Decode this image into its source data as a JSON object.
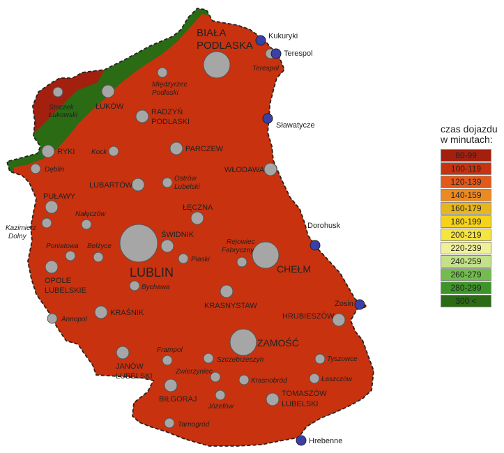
{
  "legend": {
    "title_line1": "czas dojazdu",
    "title_line2": "w minutach:",
    "classes": [
      {
        "label": "80-99",
        "color": "#a3200f"
      },
      {
        "label": "100-119",
        "color": "#c8320f"
      },
      {
        "label": "120-139",
        "color": "#e2591a"
      },
      {
        "label": "140-159",
        "color": "#eb8a22"
      },
      {
        "label": "160-179",
        "color": "#e7b51f"
      },
      {
        "label": "180-199",
        "color": "#f5d21b"
      },
      {
        "label": "200-219",
        "color": "#f6e441"
      },
      {
        "label": "220-239",
        "color": "#f0f09a"
      },
      {
        "label": "240-259",
        "color": "#c3e188"
      },
      {
        "label": "260-279",
        "color": "#72bd4c"
      },
      {
        "label": "280-299",
        "color": "#3d9528"
      },
      {
        "label": "300 <",
        "color": "#2a6b14"
      }
    ]
  },
  "colors": {
    "city_fill": "#a6a6a6",
    "city_stroke": "#555555",
    "border_crossing_fill": "#3b3fa8",
    "boundary": "#222222"
  },
  "cities": [
    {
      "id": "biala-podlaska",
      "label": "BIAŁA\nPODLASKA",
      "size": "large",
      "style": "bold"
    },
    {
      "id": "lublin",
      "label": "LUBLIN",
      "size": "xlarge",
      "style": "bold"
    },
    {
      "id": "chelm",
      "label": "CHEŁM",
      "size": "large",
      "style": "bold"
    },
    {
      "id": "zamosc",
      "label": "ZAMOŚĆ",
      "size": "large",
      "style": "bold"
    },
    {
      "id": "lukow",
      "label": "ŁUKÓW",
      "size": "medium",
      "style": "bold"
    },
    {
      "id": "radzyn",
      "label": "RADZYŃ\nPODLASKI",
      "size": "medium",
      "style": "bold"
    },
    {
      "id": "miedzyrzec",
      "label": "Międzyrzec\nPodlaski",
      "size": "small",
      "style": "italic"
    },
    {
      "id": "stoczek",
      "label": "Stoczek\nŁukowski",
      "size": "small",
      "style": "italic"
    },
    {
      "id": "ryki",
      "label": "RYKI",
      "size": "medium",
      "style": "bold"
    },
    {
      "id": "deblin",
      "label": "Dęblin",
      "size": "small",
      "style": "italic"
    },
    {
      "id": "kock",
      "label": "Kock",
      "size": "small",
      "style": "italic"
    },
    {
      "id": "parczew",
      "label": "PARCZEW",
      "size": "medium",
      "style": "bold"
    },
    {
      "id": "wlodawa",
      "label": "WŁODAWA",
      "size": "medium",
      "style": "bold"
    },
    {
      "id": "lubartow",
      "label": "LUBARTÓW",
      "size": "medium",
      "style": "bold"
    },
    {
      "id": "ostrow",
      "label": "Ostrów\nLubelski",
      "size": "small",
      "style": "italic"
    },
    {
      "id": "pulawy",
      "label": "PUŁAWY",
      "size": "medium",
      "style": "bold"
    },
    {
      "id": "naleczow",
      "label": "Nałęczów",
      "size": "small",
      "style": "italic"
    },
    {
      "id": "kazimierz",
      "label": "Kazimierz\nDolny",
      "size": "small",
      "style": "italic"
    },
    {
      "id": "leczna",
      "label": "ŁĘCZNA",
      "size": "medium",
      "style": "bold"
    },
    {
      "id": "swidnik",
      "label": "ŚWIDNIK",
      "size": "medium",
      "style": "bold"
    },
    {
      "id": "piaski",
      "label": "Piaski",
      "size": "small",
      "style": "italic"
    },
    {
      "id": "rejowiec",
      "label": "Rejowiec\nFabryczny",
      "size": "small",
      "style": "italic"
    },
    {
      "id": "poniatowa",
      "label": "Poniatowa",
      "size": "small",
      "style": "italic"
    },
    {
      "id": "belzyce",
      "label": "Bełżyce",
      "size": "small",
      "style": "italic"
    },
    {
      "id": "opole",
      "label": "OPOLE\nLUBELSKIE",
      "size": "medium",
      "style": "bold"
    },
    {
      "id": "bychawa",
      "label": "Bychawa",
      "size": "small",
      "style": "italic"
    },
    {
      "id": "krasnystaw",
      "label": "KRASNYSTAW",
      "size": "medium",
      "style": "bold"
    },
    {
      "id": "krasnik",
      "label": "KRAŚNIK",
      "size": "medium",
      "style": "bold"
    },
    {
      "id": "annopol",
      "label": "Annopol",
      "size": "small",
      "style": "italic"
    },
    {
      "id": "hrubieszow",
      "label": "HRUBIESZÓW",
      "size": "medium",
      "style": "bold"
    },
    {
      "id": "janow",
      "label": "JANÓW\nLUBELSKI",
      "size": "medium",
      "style": "bold"
    },
    {
      "id": "frampol",
      "label": "Frampol",
      "size": "small",
      "style": "italic"
    },
    {
      "id": "szczebrzeszyn",
      "label": "Szczebrzeszyn",
      "size": "small",
      "style": "italic"
    },
    {
      "id": "tyszowce",
      "label": "Tyszowce",
      "size": "small",
      "style": "italic"
    },
    {
      "id": "zwierzyniec",
      "label": "Zwierzyniec",
      "size": "small",
      "style": "italic"
    },
    {
      "id": "krasnobrod",
      "label": "Krasnobród",
      "size": "small",
      "style": "italic"
    },
    {
      "id": "laszczow",
      "label": "Łaszczów",
      "size": "small",
      "style": "italic"
    },
    {
      "id": "bilgoraj",
      "label": "BIŁGORAJ",
      "size": "medium",
      "style": "bold"
    },
    {
      "id": "jozefow",
      "label": "Józefów",
      "size": "small",
      "style": "italic"
    },
    {
      "id": "tomaszow",
      "label": "TOMASZÓW\nLUBELSKI",
      "size": "medium",
      "style": "bold"
    },
    {
      "id": "tarnogrod",
      "label": "Tarnogród",
      "size": "small",
      "style": "italic"
    },
    {
      "id": "terespol-town",
      "label": "Terespol",
      "size": "small",
      "style": "italic"
    }
  ],
  "crossings": [
    {
      "id": "kukuryki",
      "label": "Kukuryki"
    },
    {
      "id": "terespol",
      "label": "Terespol"
    },
    {
      "id": "slawatycze",
      "label": "Sławatycze"
    },
    {
      "id": "dorohusk",
      "label": "Dorohusk"
    },
    {
      "id": "zosin",
      "label": "Zosin"
    },
    {
      "id": "hrebenne",
      "label": "Hrebenne"
    }
  ]
}
